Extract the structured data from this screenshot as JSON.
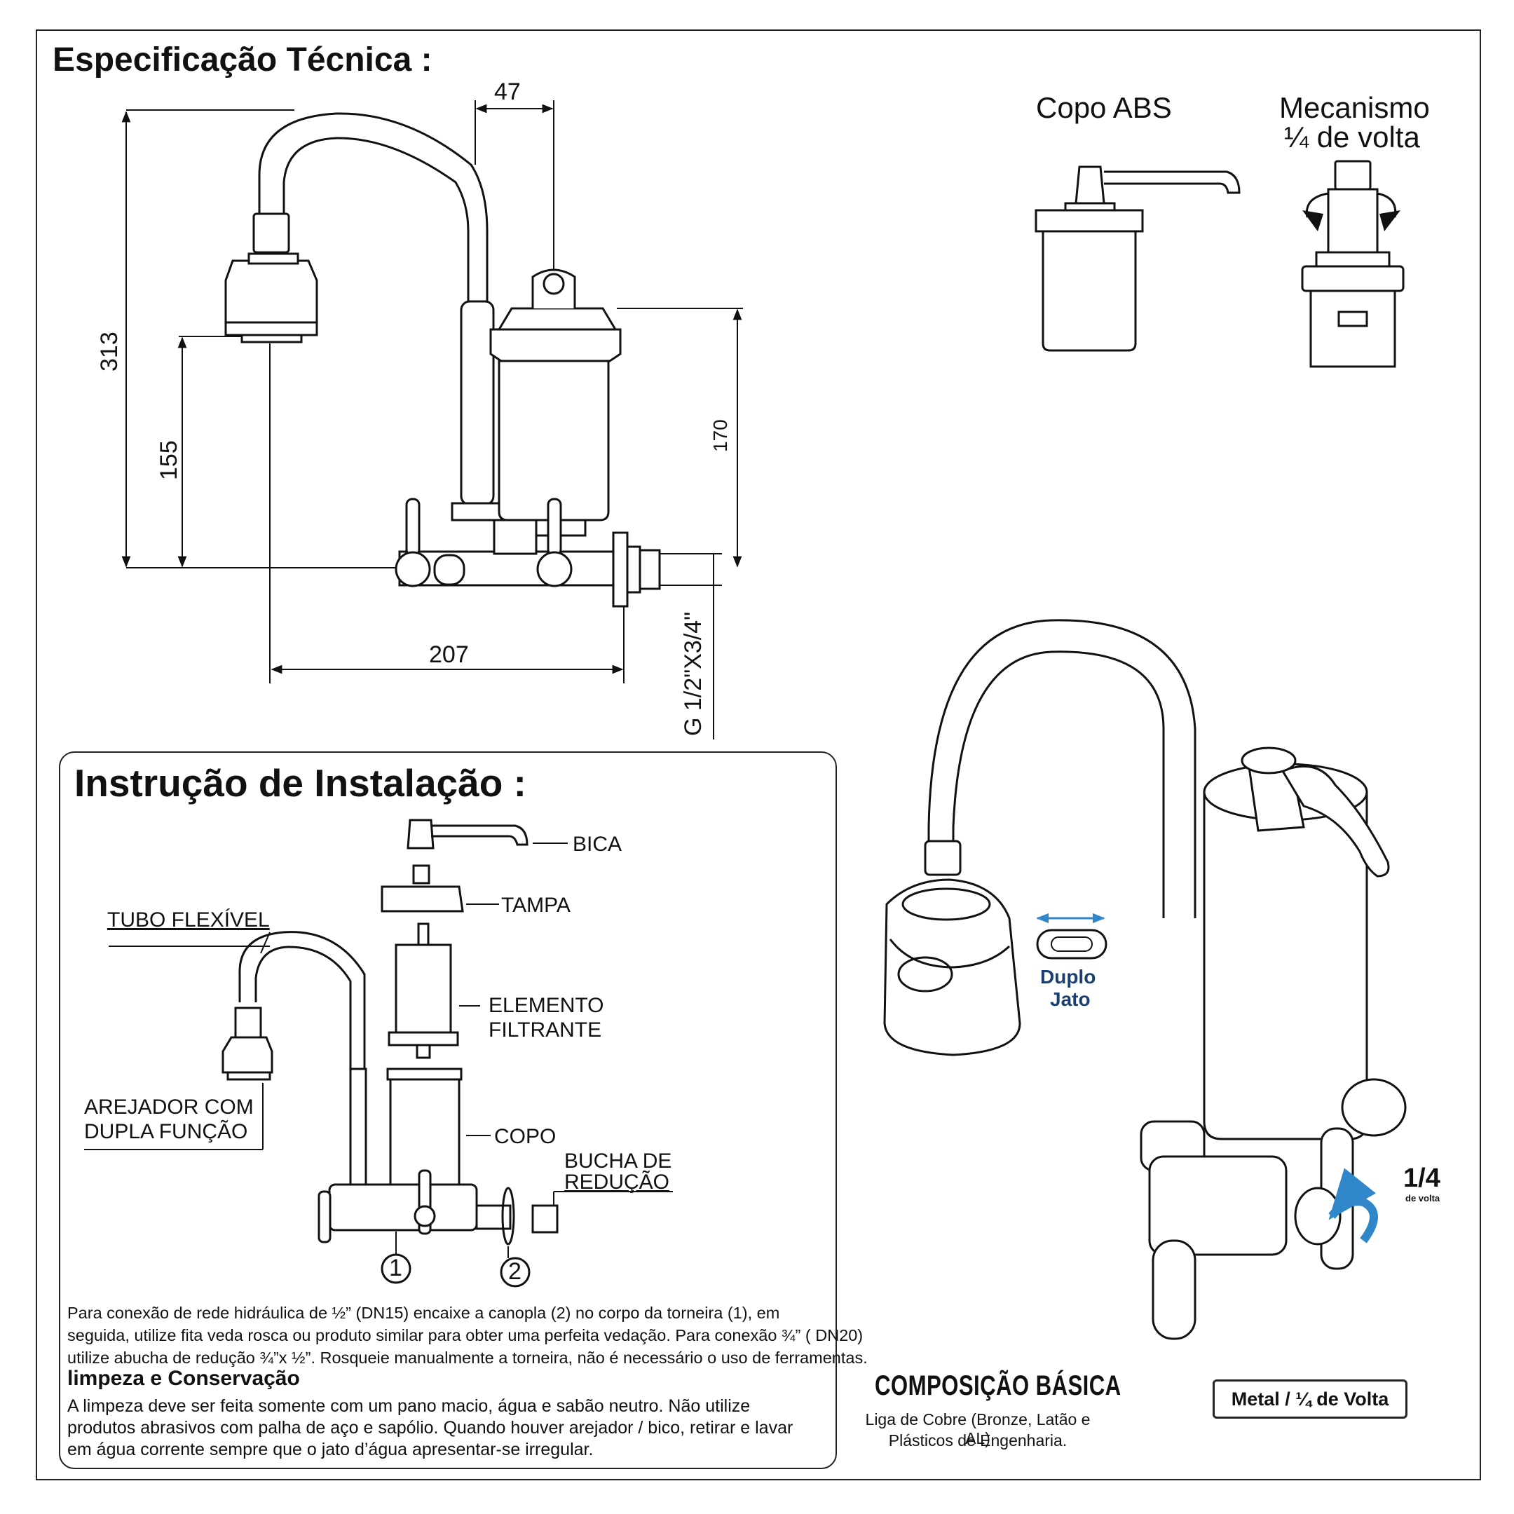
{
  "header": {
    "title": "Especificação Técnica :"
  },
  "dimensions": {
    "d47": "47",
    "d313": "313",
    "d155": "155",
    "d170": "170",
    "d207": "207",
    "thread": "G 1/2\"X3/4\""
  },
  "side_views": {
    "copo_title": "Copo ABS",
    "mech_title_1": "Mecanismo",
    "mech_title_2": "¼ de volta"
  },
  "installation": {
    "title": "Instrução de Instalação :",
    "labels": {
      "bica": "BICA",
      "tampa": "TAMPA",
      "tubo": "TUBO FLEXÍVEL",
      "elemento_1": "ELEMENTO",
      "elemento_2": "FILTRANTE",
      "arejador_1": "AREJADOR COM",
      "arejador_2": "DUPLA FUNÇÃO",
      "copo": "COPO",
      "bucha_1": "BUCHA DE",
      "bucha_2": "REDUÇÃO",
      "n1": "1",
      "n2": "2"
    },
    "para_1": "Para conexão de rede hidráulica de ½” (DN15) encaixe a canopla (2) no corpo da torneira (1), em",
    "para_2": "seguida, utilize fita veda rosca ou produto similar para obter uma perfeita vedação. Para conexão ¾” ( DN20)",
    "para_3": "utilize abucha de redução ¾”x ½”.  Rosqueie manualmente a torneira, não é necessário o uso de ferramentas.",
    "cleaning_title": "limpeza e Conservação",
    "clean_1": "A limpeza deve ser feita somente com um pano macio, água e sabão neutro. Não utilize",
    "clean_2": "produtos  abrasivos com palha de aço e sapólio. Quando houver arejador / bico, retirar e lavar",
    "clean_3": "em água corrente sempre que o jato d’água apresentar-se irregular."
  },
  "product": {
    "duplo": "Duplo",
    "jato": "Jato",
    "quarter": "1/4",
    "de_volta": "de volta"
  },
  "composition": {
    "title": "COMPOSIÇÃO BÁSICA",
    "line_1": "Liga de Cobre (Bronze, Latão e AL)",
    "line_2": "Plásticos de Engenharia.",
    "badge": "Metal / ¼ de Volta"
  },
  "colors": {
    "arrow_blue": "#2f86c9",
    "ink": "#111111"
  }
}
